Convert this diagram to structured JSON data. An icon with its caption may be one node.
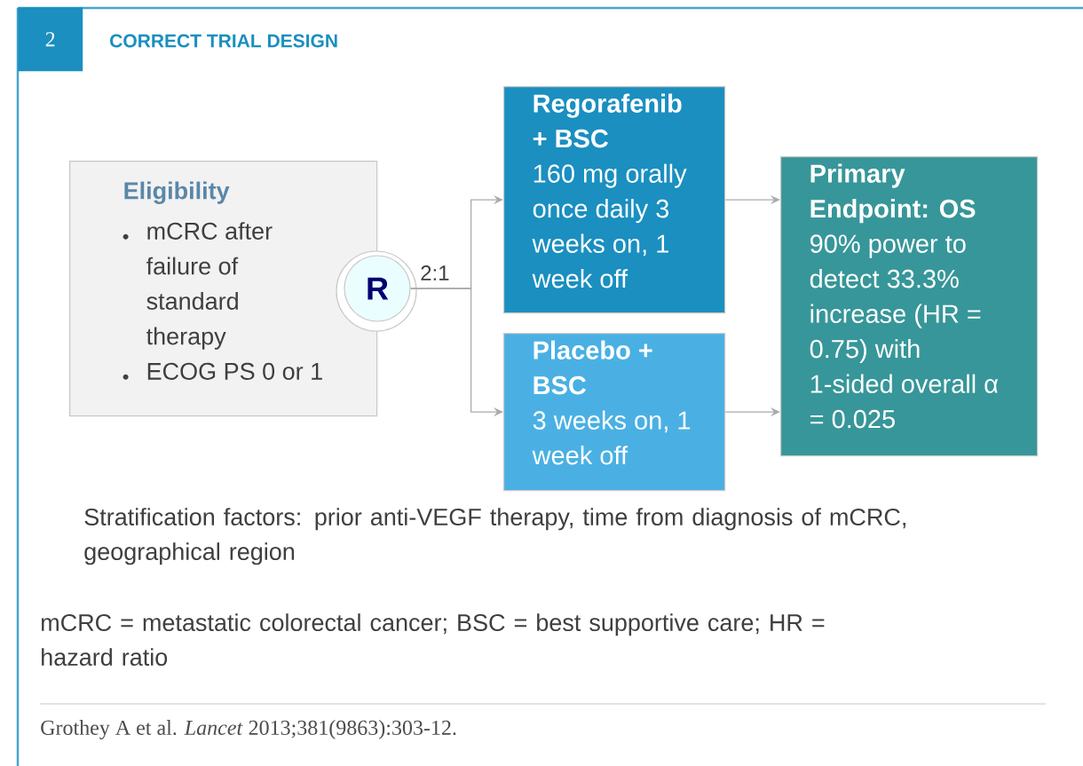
{
  "diagram": {
    "title": "CORRECT TRIAL DESIGN",
    "nodes": [
      {
        "text": [
          "Eligibility",
          "mCRC after failure of standard therapy",
          "ECOG PS 0 or 1"
        ]
      },
      {
        "text": [
          "R"
        ]
      },
      {
        "text": [
          "Regorafenib + BSC",
          "160 mg orally once daily 3 weeks on, 1 week off"
        ]
      },
      {
        "text": [
          "Placebo + BSC",
          "3 weeks on, 1 week off"
        ]
      },
      {
        "text": [
          "Primary Endpoint: OS",
          "90% power to detect 33.3% increase (HR = 0.75) with 1-sided overall α = 0.025"
        ]
      }
    ],
    "edges": [
      {
        "from": 1,
        "to": 2,
        "arrow": "to"
      },
      {
        "from": 1,
        "to": 3,
        "arrow": "to"
      },
      {
        "from": 2,
        "to": 4,
        "arrow": "to"
      },
      {
        "from": 3,
        "to": 4,
        "arrow": "to"
      }
    ],
    "labels": [
      "2",
      "2:1",
      "Stratification factors: prior anti-VEGF therapy, time from diagnosis of mCRC, geographical region",
      "mCRC = metastatic colorectal cancer; BSC = best supportive care; HR = hazard ratio",
      "Grothey A et al. *Lancet* 2013;381(9863):303-12."
    ]
  }
}
